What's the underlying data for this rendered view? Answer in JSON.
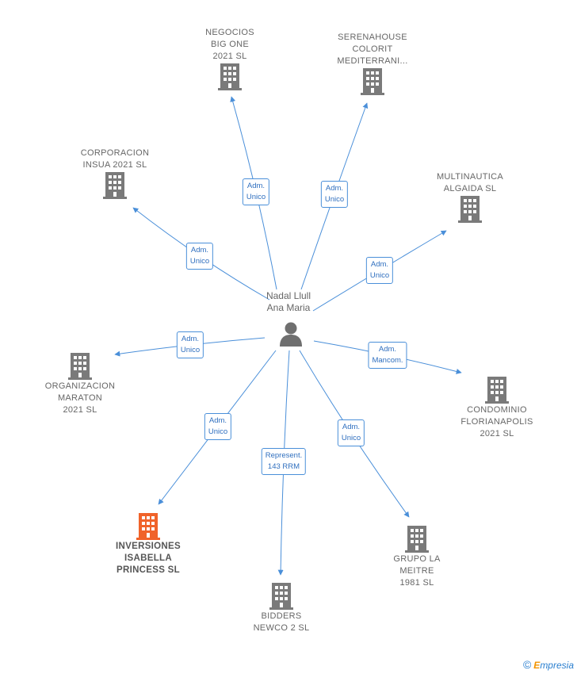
{
  "center": {
    "name_lines": [
      "Nadal Llull",
      "Ana Maria"
    ],
    "icon": "person-icon"
  },
  "colors": {
    "edge": "#4a8fd9",
    "building": "#7a7a7a",
    "building_highlight": "#f0632a",
    "label_text": "#666666",
    "brand_orange": "#f29400",
    "brand_blue": "#2a7fcf"
  },
  "companies": [
    {
      "id": "negocios",
      "lines": [
        "NEGOCIOS",
        "BIG ONE",
        "2021  SL"
      ],
      "role_lines": [
        "Adm.",
        "Unico"
      ],
      "highlight": false
    },
    {
      "id": "serenahouse",
      "lines": [
        "SERENAHOUSE",
        "COLORIT",
        "MEDITERRANI..."
      ],
      "role_lines": [
        "Adm.",
        "Unico"
      ],
      "highlight": false
    },
    {
      "id": "corporacion",
      "lines": [
        "CORPORACION",
        "INSUA 2021  SL"
      ],
      "role_lines": [
        "Adm.",
        "Unico"
      ],
      "highlight": false
    },
    {
      "id": "multinautica",
      "lines": [
        "MULTINAUTICA",
        "ALGAIDA  SL"
      ],
      "role_lines": [
        "Adm.",
        "Unico"
      ],
      "highlight": false
    },
    {
      "id": "organizacion",
      "lines": [
        "ORGANIZACION",
        "MARATON",
        "2021  SL"
      ],
      "role_lines": [
        "Adm.",
        "Unico"
      ],
      "highlight": false
    },
    {
      "id": "condominio",
      "lines": [
        "CONDOMINIO",
        "FLORIANAPOLIS",
        "2021  SL"
      ],
      "role_lines": [
        "Adm.",
        "Mancom."
      ],
      "highlight": false
    },
    {
      "id": "inversiones",
      "lines": [
        "INVERSIONES",
        "ISABELLA",
        "PRINCESS  SL"
      ],
      "role_lines": [
        "Adm.",
        "Unico"
      ],
      "highlight": true
    },
    {
      "id": "bidders",
      "lines": [
        "BIDDERS",
        "NEWCO 2  SL"
      ],
      "role_lines": [
        "Represent.",
        "143 RRM"
      ],
      "highlight": false
    },
    {
      "id": "grupo",
      "lines": [
        "GRUPO LA",
        "MEITRE",
        "1981  SL"
      ],
      "role_lines": [
        "Adm.",
        "Unico"
      ],
      "highlight": false
    }
  ],
  "footer": {
    "copyright_symbol": "©",
    "brand_initial": "E",
    "brand_rest": "mpresia"
  }
}
